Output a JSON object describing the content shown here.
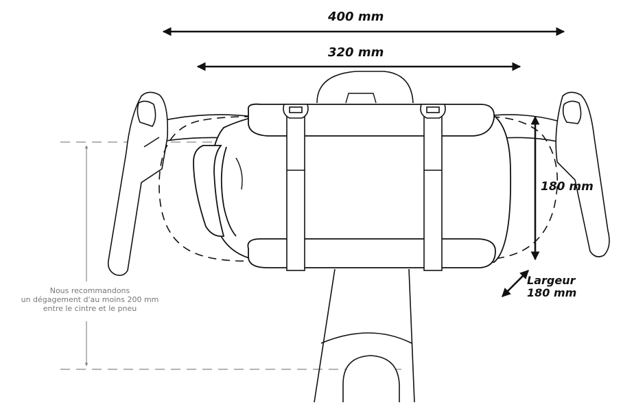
{
  "dimensions": {
    "overall_width": "400 mm",
    "bag_length": "320 mm",
    "bag_height": "180 mm",
    "bag_width_line1": "Largeur",
    "bag_width_line2": "180 mm"
  },
  "clearance_note": {
    "line1": "Nous recommandons",
    "line2": "un dégagement d'au moins 200 mm",
    "line3": "entre le cintre et le pneu"
  },
  "colors": {
    "line": "#111111",
    "guide": "#888888",
    "note_text": "#777777",
    "background": "#ffffff"
  }
}
